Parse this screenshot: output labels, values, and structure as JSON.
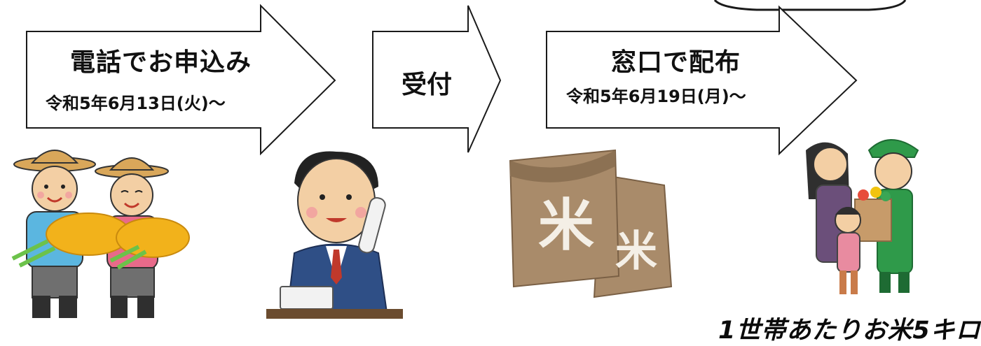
{
  "steps": [
    {
      "label": "電話でお申込み",
      "date": "令和5年6月13日(火)〜"
    },
    {
      "label": "受付"
    },
    {
      "label": "窓口で配布",
      "date": "令和5年6月19日(月)〜"
    }
  ],
  "footer_note": "1世帯あたりお米5キロ",
  "illustrations": {
    "farmers": "farmers-with-rice-icon",
    "phone_operator": "phone-operator-icon",
    "rice_bags": "rice-bags-icon",
    "rice_bag_character": "米",
    "distribution": "family-receiving-bag-icon"
  },
  "colors": {
    "arrow_stroke": "#1a1a1a",
    "rice_gold": "#f2b21b",
    "bag_brown": "#a98b6a",
    "suit_navy": "#2f4f86",
    "uniform_green": "#2f9a4a"
  }
}
